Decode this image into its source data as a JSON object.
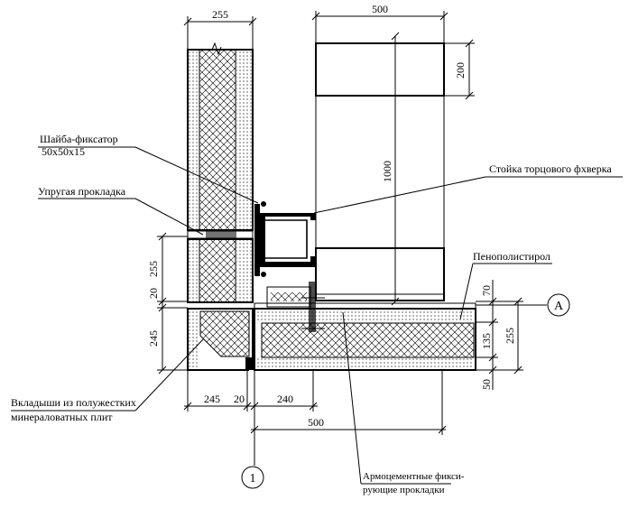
{
  "dimensions": {
    "wall_width": "255",
    "block_width": "500",
    "block_height": "200",
    "column_height": "1000",
    "joint_left_top": "255",
    "joint_left_gap": "20",
    "joint_left_bottom": "245",
    "right_top": "70",
    "right_mid": "135",
    "right_total": "255",
    "right_bottom": "50",
    "bottom_245": "245",
    "bottom_20": "20",
    "bottom_240": "240",
    "bottom_500": "500"
  },
  "labels": {
    "washer_line1": "Шайба-фиксатор",
    "washer_line2": "50х50х15",
    "elastic_gasket": "Упругая прокладка",
    "inserts_line1": "Вкладыши из полужестких",
    "inserts_line2": "минераловатных  плит",
    "end_post": "Стойка торцового фхверка",
    "polystyrene": "Пенополистирол",
    "armocement_line1": "Армоцементные фикси-",
    "armocement_line2": "рующие прокладки"
  },
  "axes": {
    "axis_a": "А",
    "axis_1": "1"
  },
  "colors": {
    "line": "#000000",
    "background": "#ffffff"
  }
}
